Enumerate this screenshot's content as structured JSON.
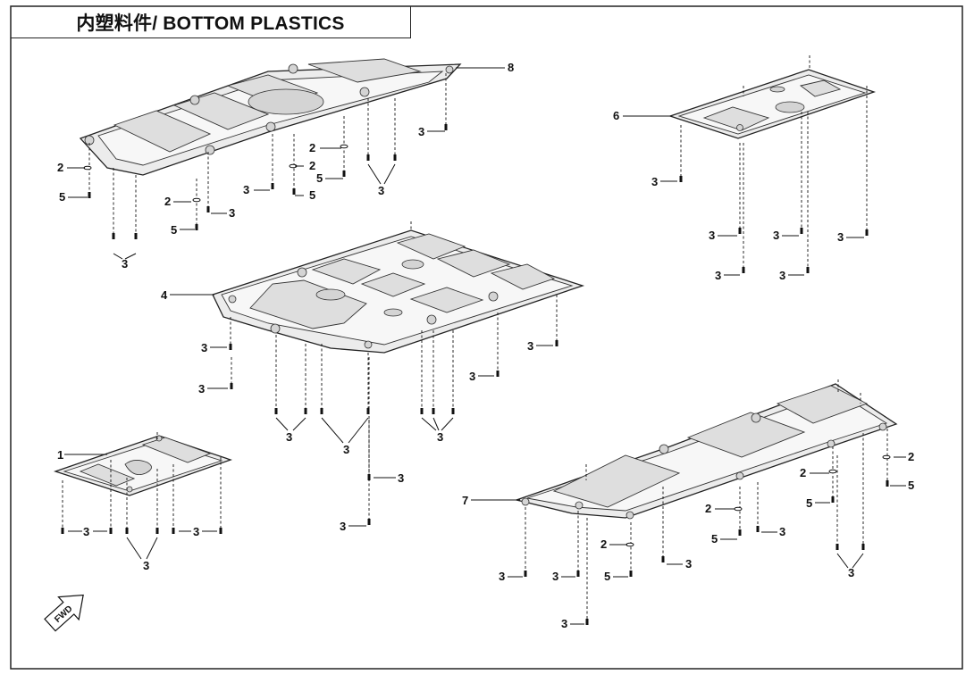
{
  "title": "内塑料件/ BOTTOM PLASTICS",
  "fwd_label": "FWD",
  "parts": [
    {
      "number": "1"
    },
    {
      "number": "2"
    },
    {
      "number": "3"
    },
    {
      "number": "4"
    },
    {
      "number": "5"
    },
    {
      "number": "6"
    },
    {
      "number": "7"
    },
    {
      "number": "8"
    }
  ]
}
